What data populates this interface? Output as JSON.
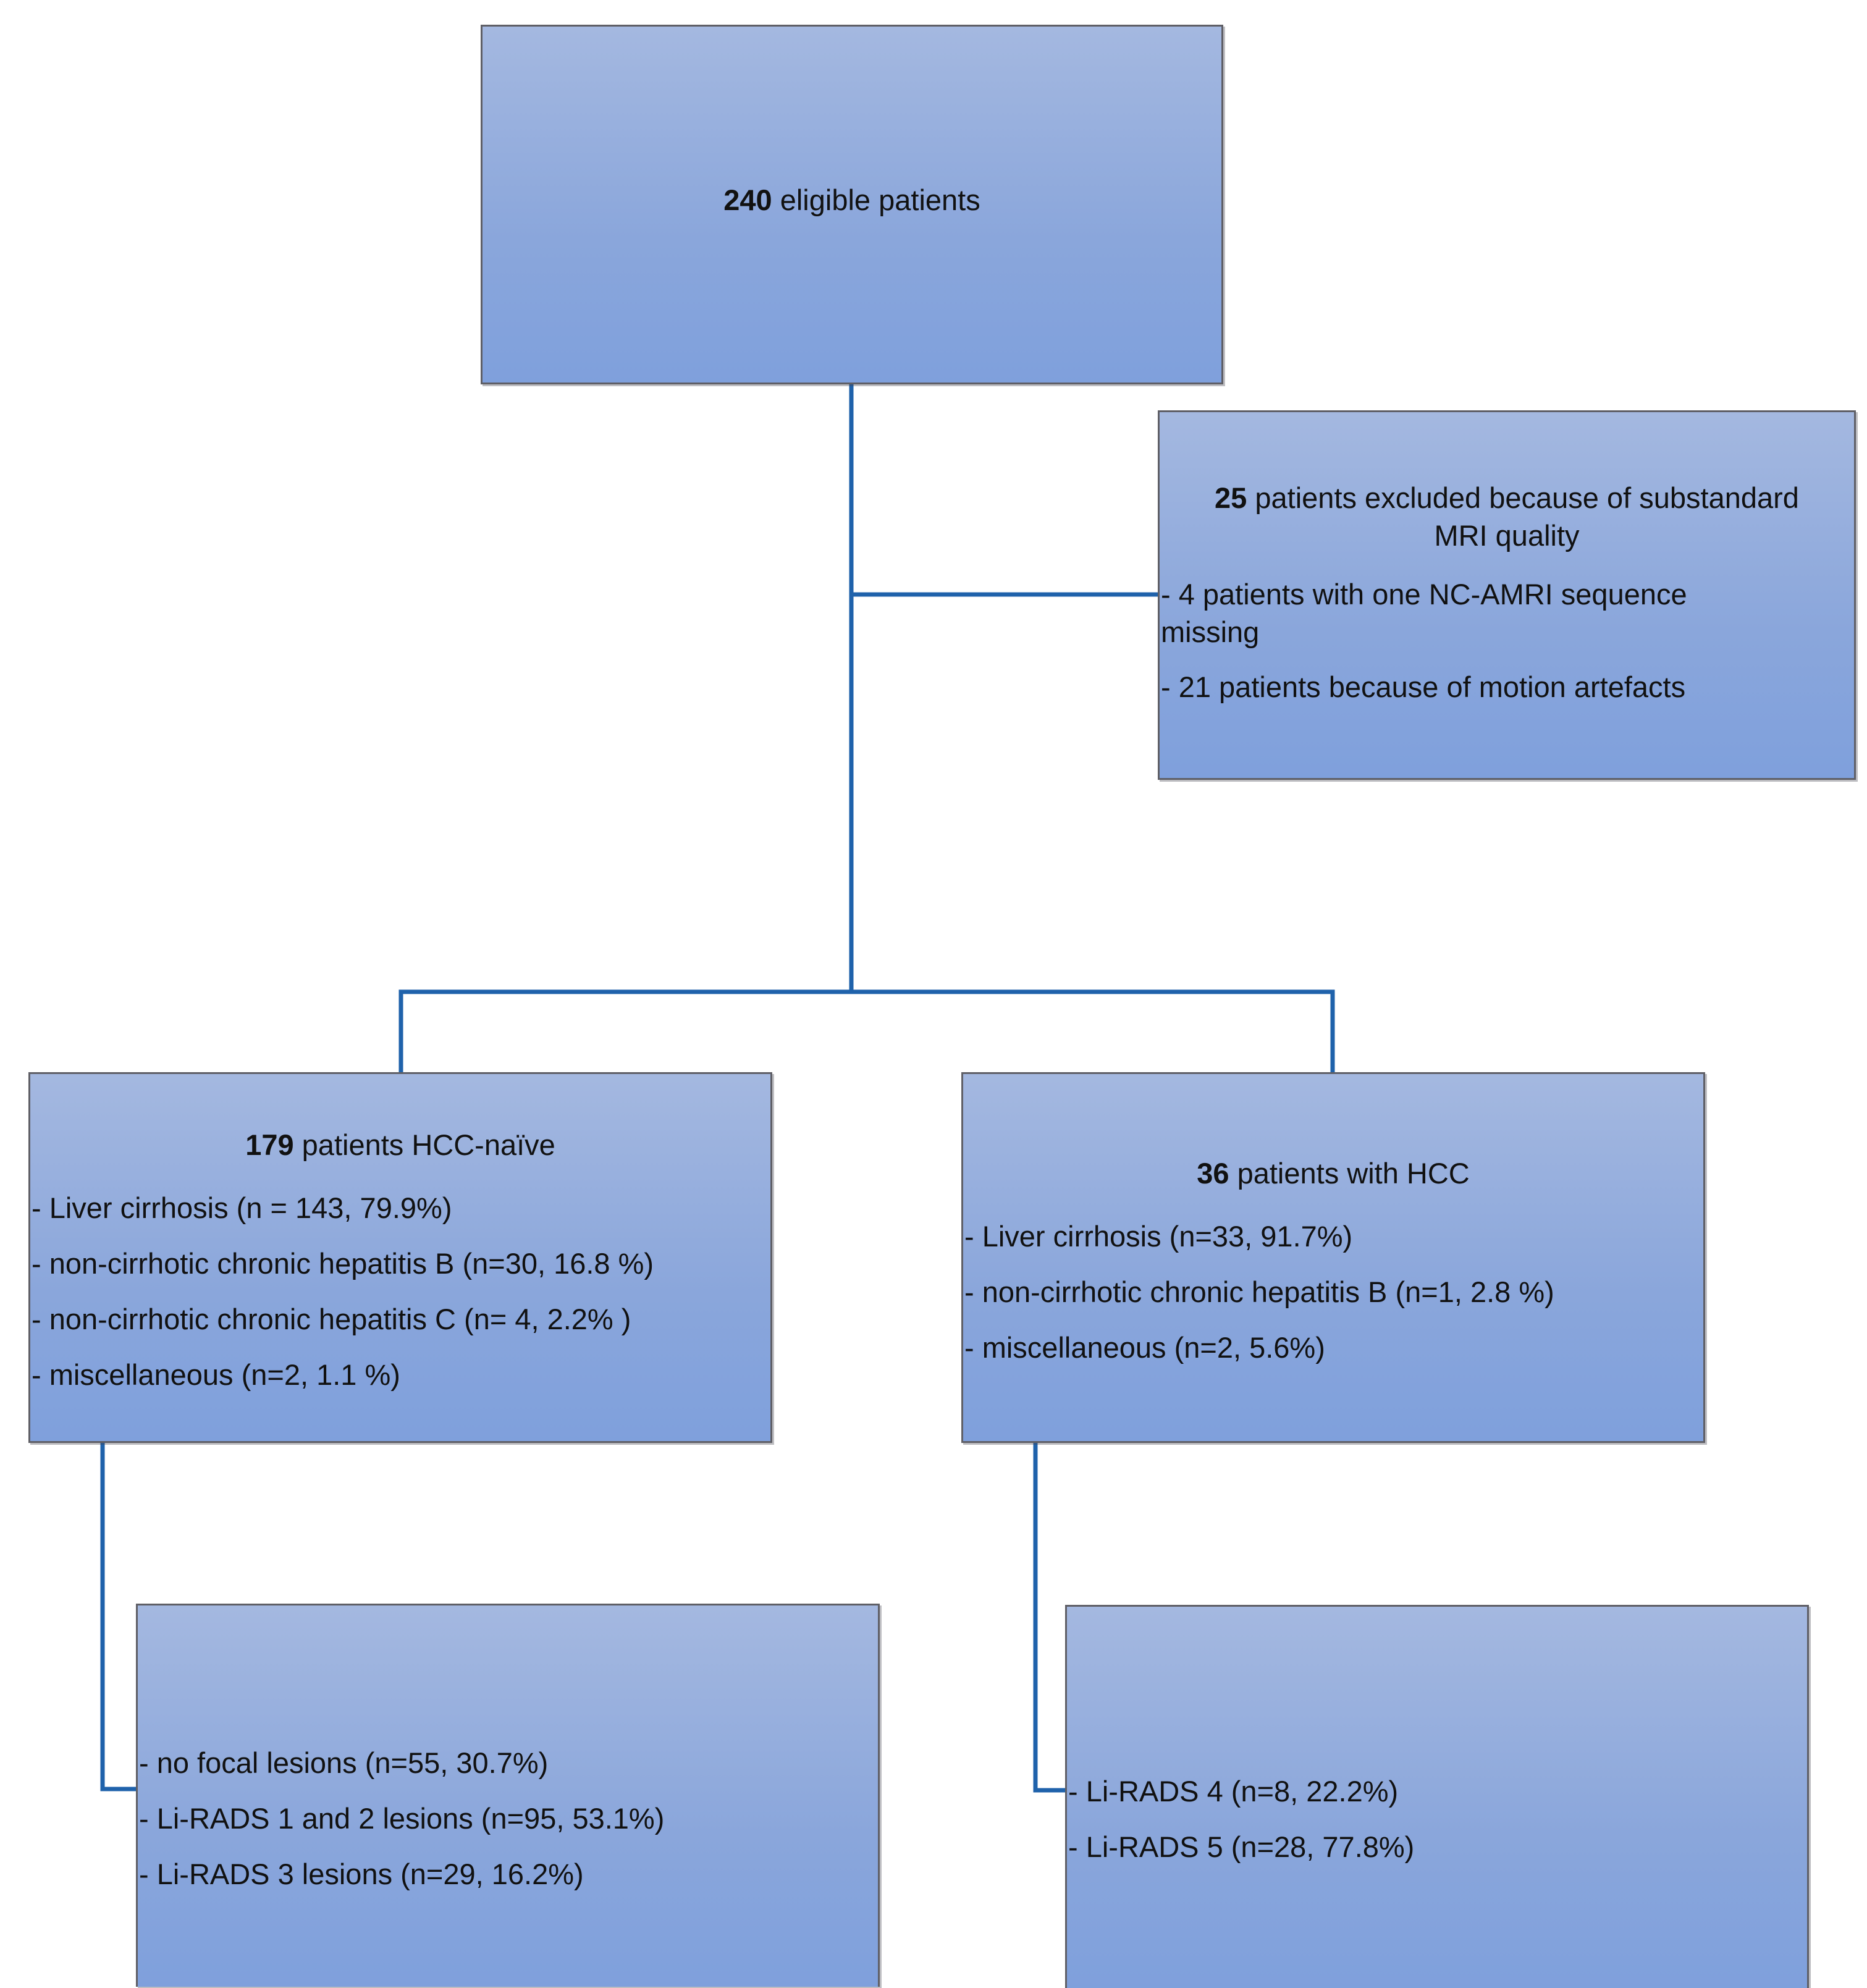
{
  "boxes": {
    "eligible": {
      "count": "240",
      "text": " eligible patients"
    },
    "excluded": {
      "count": "25",
      "title_rest": " patients excluded because of substandard",
      "title_line2": "MRI quality",
      "items": [
        "- 4 patients with one NC-AMRI sequence",
        "missing",
        "- 21 patients because of motion artefacts"
      ]
    },
    "naive": {
      "count": "179",
      "text": " patients HCC-naïve",
      "items": [
        "- Liver cirrhosis (n = 143, 79.9%)",
        "- non-cirrhotic chronic hepatitis B (n=30, 16.8 %)",
        "- non-cirrhotic chronic hepatitis C (n= 4, 2.2% )",
        "- miscellaneous (n=2, 1.1 %)"
      ]
    },
    "hcc": {
      "count": "36",
      "text": " patients with HCC",
      "items": [
        "- Liver cirrhosis (n=33, 91.7%)",
        "- non-cirrhotic chronic hepatitis B (n=1, 2.8 %)",
        "- miscellaneous (n=2, 5.6%)"
      ]
    },
    "naive_lesions": {
      "items": [
        "- no focal lesions (n=55, 30.7%)",
        "- Li-RADS 1 and 2 lesions (n=95, 53.1%)",
        "- Li-RADS 3 lesions (n=29, 16.2%)"
      ]
    },
    "hcc_lesions": {
      "items": [
        "- Li-RADS 4 (n=8, 22.2%)",
        "- Li-RADS 5 (n=28, 77.8%)"
      ]
    }
  },
  "colors": {
    "connector": "#1f62ab",
    "box_top": "#a4b8e0",
    "box_bottom": "#7fa0dc"
  }
}
